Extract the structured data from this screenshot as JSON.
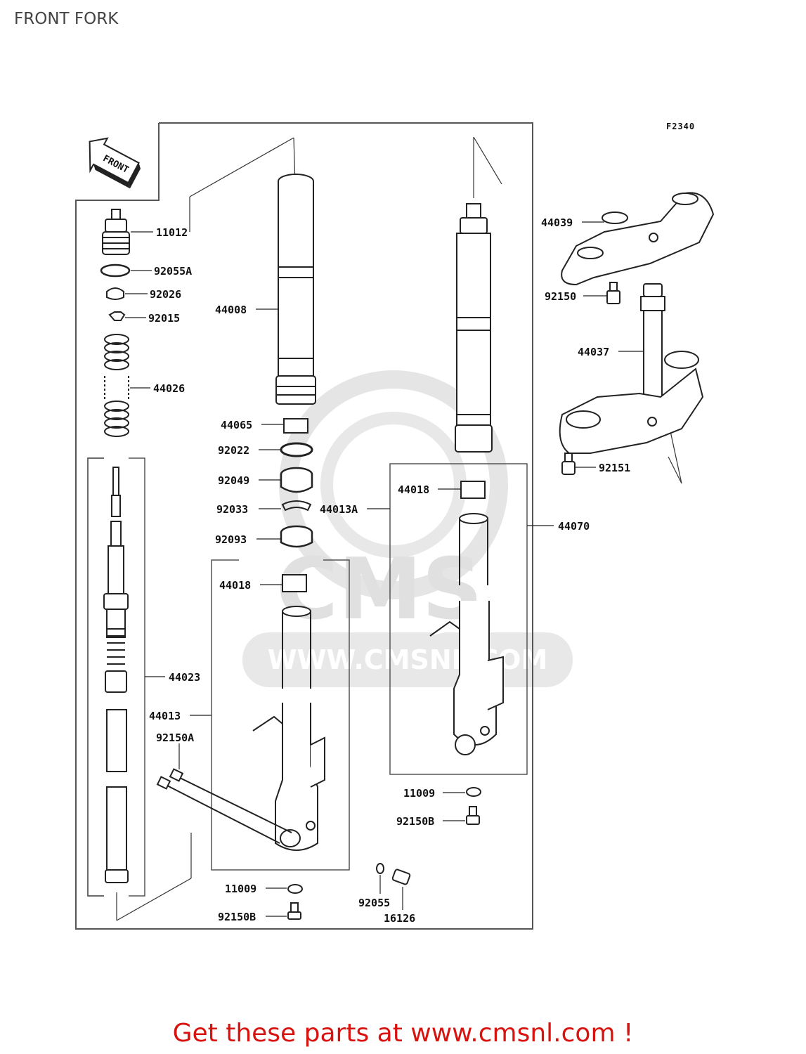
{
  "page": {
    "title": "FRONT FORK"
  },
  "diagram": {
    "ref_code": "F2340",
    "front_badge": "FRONT",
    "watermark": {
      "brand": "CMS",
      "url": "WWW.CMSNL.COM"
    },
    "parts": {
      "p11012": "11012",
      "p92055A": "92055A",
      "p92026": "92026",
      "p92015": "92015",
      "p44026": "44026",
      "p44008": "44008",
      "p44065": "44065",
      "p92022": "92022",
      "p92049": "92049",
      "p92033": "92033",
      "p44013A": "44013A",
      "p92093": "92093",
      "p44018_left": "44018",
      "p44018_right": "44018",
      "p44023": "44023",
      "p44013": "44013",
      "p92150A": "92150A",
      "p11009_left": "11009",
      "p92150B_left": "92150B",
      "p92055": "92055",
      "p16126": "16126",
      "p11009_right": "11009",
      "p92150B_right": "92150B",
      "p44070": "44070",
      "p44039": "44039",
      "p92150": "92150",
      "p44037": "44037",
      "p92151": "92151"
    }
  },
  "footer": {
    "link_text": "Get these parts at www.cmsnl.com !"
  }
}
